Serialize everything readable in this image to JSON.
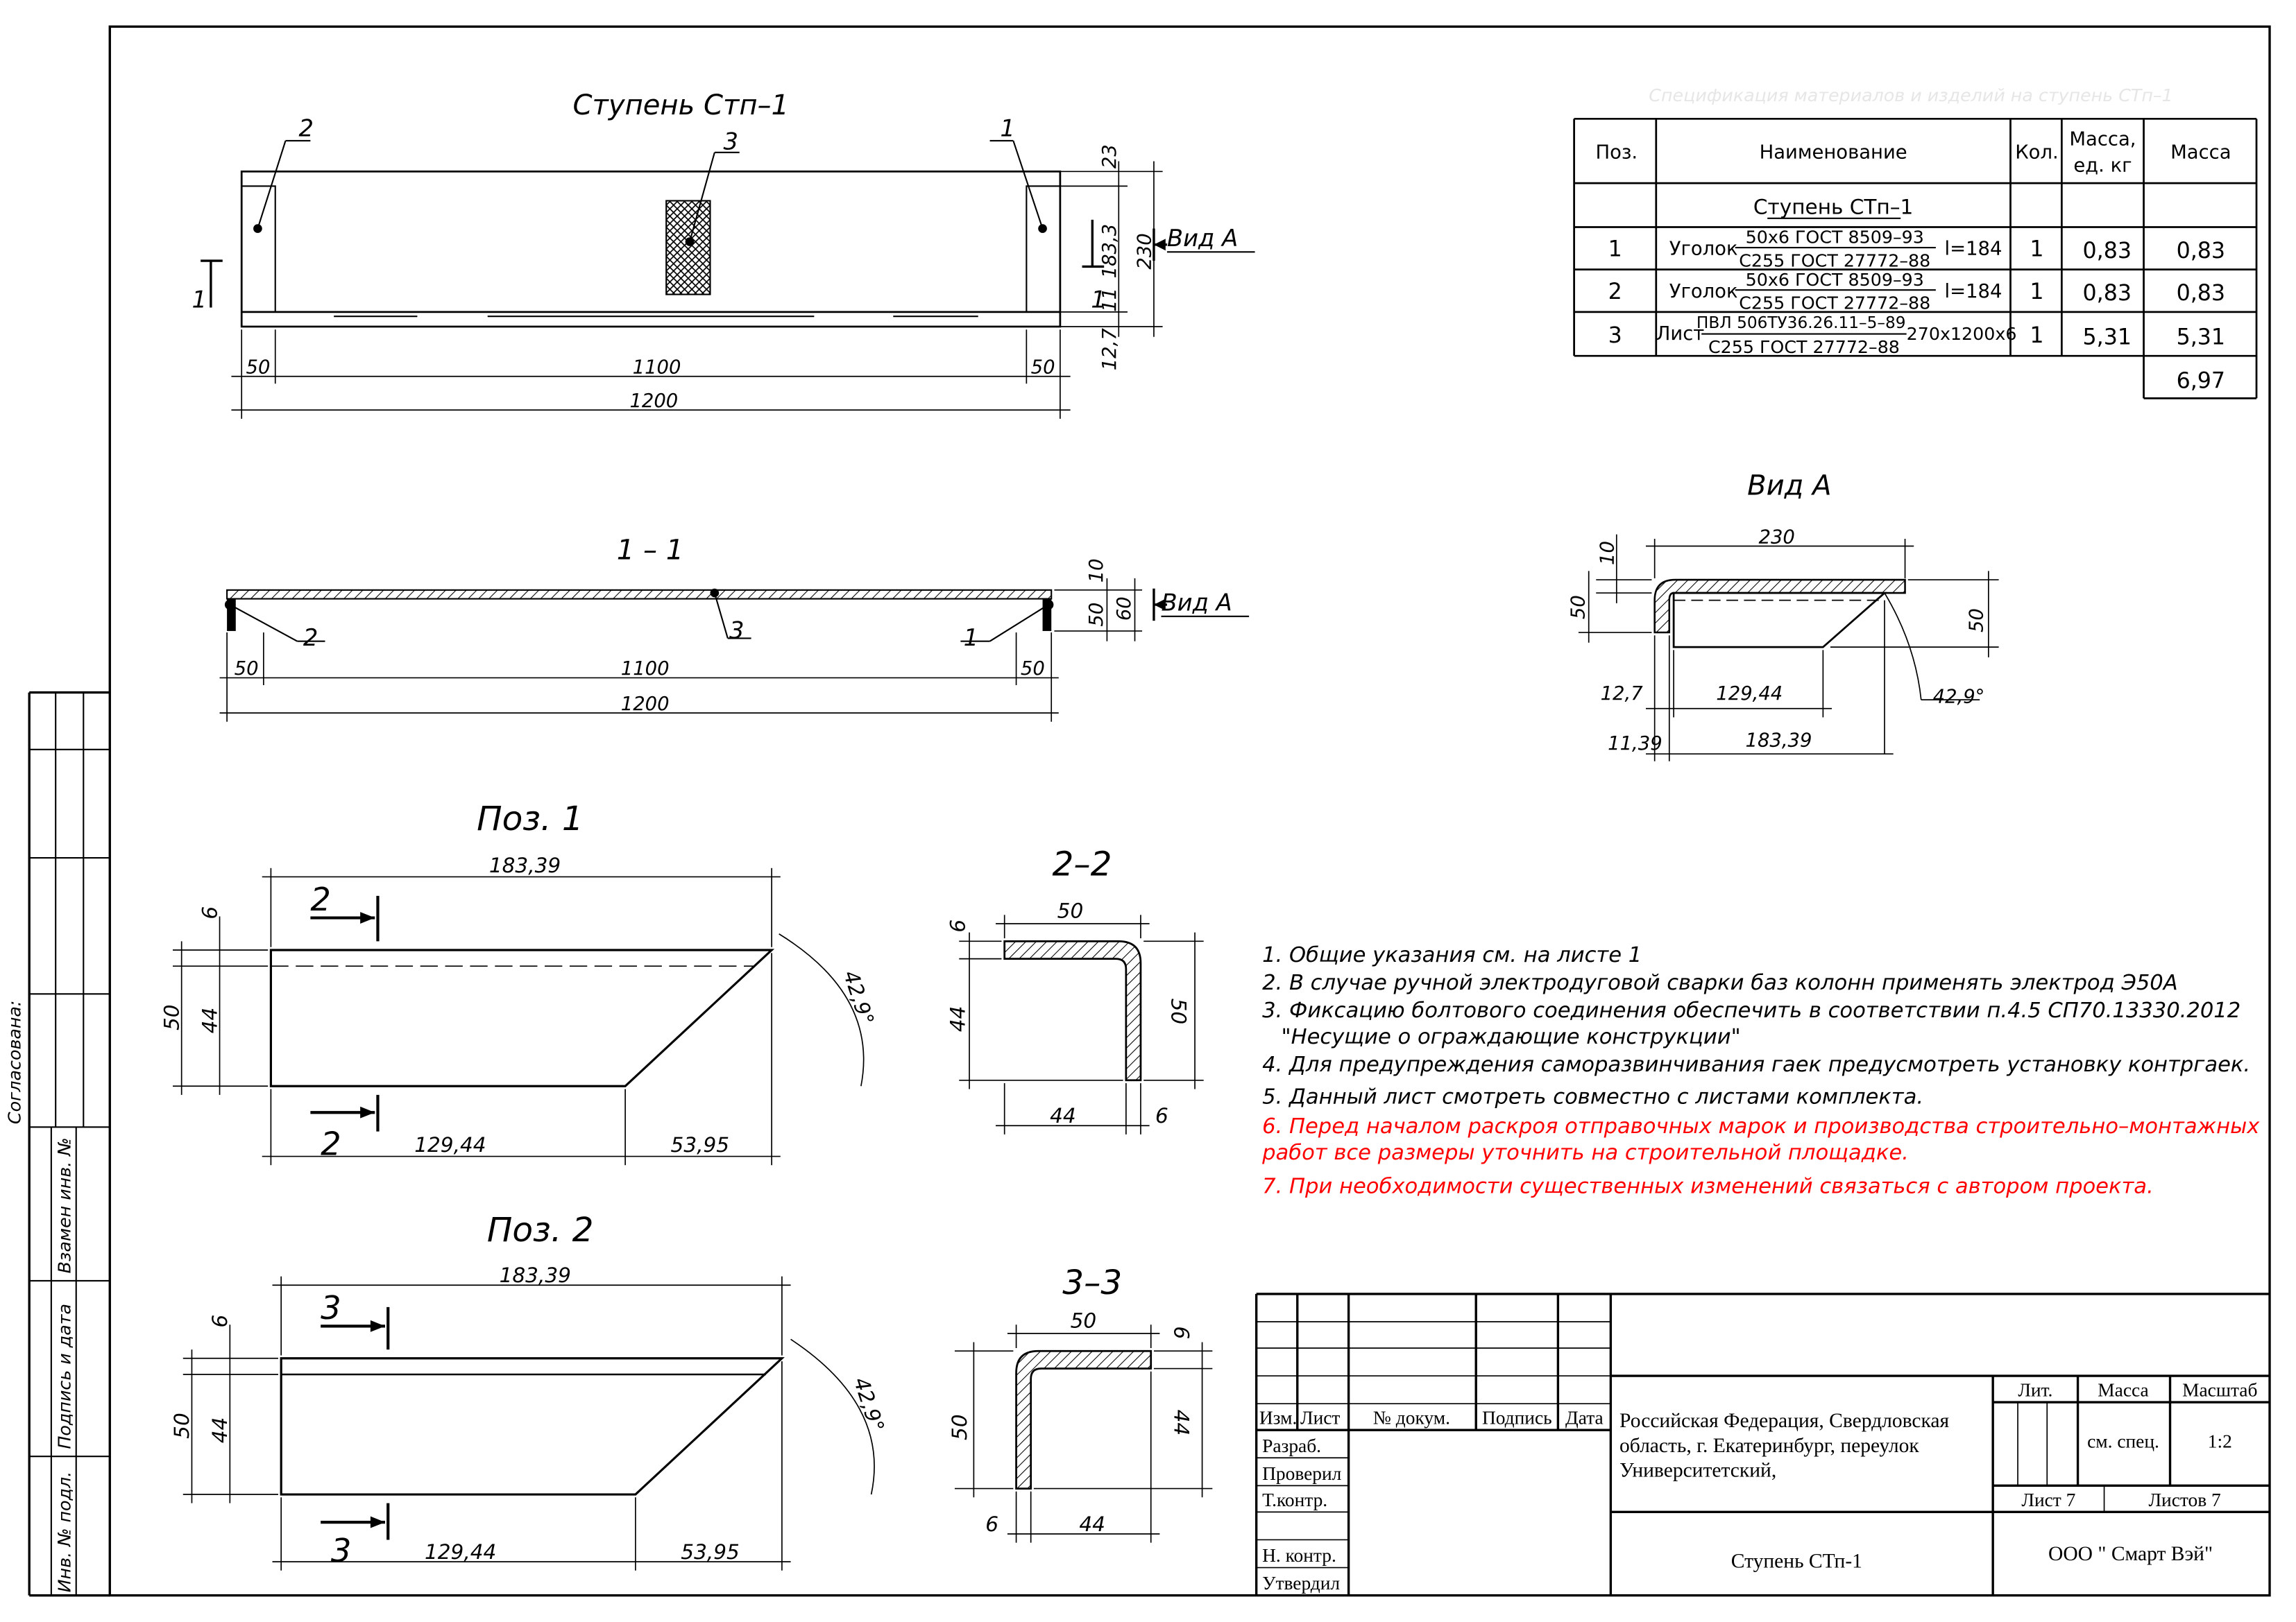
{
  "titles": {
    "step_view": "Ступень Стп–1",
    "section_1": "1 – 1",
    "view_a": "Вид А",
    "pos1": "Поз. 1",
    "pos2": "Поз. 2",
    "section_2": "2–2",
    "section_3": "3–3"
  },
  "step_view": {
    "callouts": [
      "2",
      "3",
      "1"
    ],
    "cut_label": "1",
    "view_arrow": "Вид А",
    "dims": {
      "d50_left": "50",
      "d1100": "1100",
      "d50_right": "50",
      "d1200": "1200",
      "d23": "23",
      "d183_3": "183,3",
      "d230": "230",
      "d11": "11",
      "d12_7": "12,7"
    }
  },
  "section_1": {
    "callouts": [
      "2",
      "3",
      "1"
    ],
    "view_arrow": "Вид А",
    "dims": {
      "d50_left": "50",
      "d1100": "1100",
      "d50_right": "50",
      "d1200": "1200",
      "d10": "10",
      "d50": "50",
      "d60": "60"
    }
  },
  "view_a": {
    "dims": {
      "d230": "230",
      "d10": "10",
      "d50_left": "50",
      "d50_right": "50",
      "d12_7": "12,7",
      "d129_44": "129,44",
      "d11_39": "11,39",
      "d183_39": "183,39",
      "angle": "42,9°"
    }
  },
  "pos1": {
    "dims": {
      "top": "183,39",
      "d6": "6",
      "d50": "50",
      "d44": "44",
      "bottom_left": "129,44",
      "bottom_right": "53,95",
      "angle": "42,9°"
    },
    "cut_label": "2"
  },
  "pos2": {
    "dims": {
      "top": "183,39",
      "d6": "6",
      "d50": "50",
      "d44": "44",
      "bottom_left": "129,44",
      "bottom_right": "53,95",
      "angle": "42,9°"
    },
    "cut_label": "3"
  },
  "section_2": {
    "dims": {
      "top": "50",
      "d6_top": "6",
      "d44_left": "44",
      "d50_right": "50",
      "bottom": "44",
      "d6_bottom": "6"
    }
  },
  "section_3": {
    "dims": {
      "top": "50",
      "d6_right": "6",
      "d50_left": "50",
      "d44_right": "44",
      "d6_bottom": "6",
      "bottom": "44"
    }
  },
  "spec": {
    "title": "Спецификация материалов и изделий на ступень СТп–1",
    "headers": {
      "pos": "Поз.",
      "name": "Наименование",
      "qty": "Кол.",
      "unit_mass_1": "Масса,",
      "unit_mass_2": "ед. кг",
      "mass": "Масса"
    },
    "group": "Ступень СТп–1",
    "rows": [
      {
        "pos": "1",
        "prefix": "Уголок",
        "top": "50х6 ГОСТ 8509–93",
        "bottom": "С255 ГОСТ 27772–88",
        "suffix": "l=184",
        "qty": "1",
        "unit": "0,83",
        "mass": "0,83"
      },
      {
        "pos": "2",
        "prefix": "Уголок",
        "top": "50х6 ГОСТ 8509–93",
        "bottom": "С255 ГОСТ 27772–88",
        "suffix": "l=184",
        "qty": "1",
        "unit": "0,83",
        "mass": "0,83"
      },
      {
        "pos": "3",
        "prefix": "Лист",
        "top": "ПВЛ 506ТУ36.26.11–5–89",
        "bottom": "С255 ГОСТ 27772–88",
        "suffix": "270х1200х6",
        "qty": "1",
        "unit": "5,31",
        "mass": "5,31"
      }
    ],
    "total": "6,97"
  },
  "notes": [
    {
      "text": "1.  Общие указания см.  на  листе 1",
      "color": "#000000"
    },
    {
      "text": "2.  В  случае ручной электродуговой сварки баз колонн применять электрод Э50А",
      "color": "#000000"
    },
    {
      "text": "3.  Фиксацию болтового соединения обеспечить в соответствии п.4.5  СП70.13330.2012",
      "color": "#000000"
    },
    {
      "text": "\"Несущие о ограждающие конструкции\"",
      "color": "#000000"
    },
    {
      "text": "4.  Для предупреждения саморазвинчивания гаек предусмотреть установку контргаек.",
      "color": "#000000"
    },
    {
      "text": "5.  Данный лист смотреть совместно с листами комплекта.",
      "color": "#000000"
    },
    {
      "text": "6.  Перед началом раскроя отправочных марок и производства строительно–монтажных",
      "color": "#ff0000"
    },
    {
      "text": "работ все размеры уточнить на строительной площадке.",
      "color": "#ff0000"
    },
    {
      "text": "7.  При необходимости существенных изменений связаться с автором проекта.",
      "color": "#ff0000"
    }
  ],
  "side_stamp": {
    "agreed": "Согласована:",
    "inv_repl": "Взамен инв. №",
    "sign_date": "Подпись и дата",
    "inv_orig": "Инв. № подл."
  },
  "title_block": {
    "col_headers": {
      "izm": "Изм.",
      "list": "Лист",
      "doc": "№ докум.",
      "sign": "Подпись",
      "date": "Дата"
    },
    "roles": [
      "Разраб.",
      "Проверил",
      "Т.контр.",
      "",
      "Н. контр.",
      "Утвердил"
    ],
    "address": [
      "Российская Федерация, Свердловская",
      "область, г. Екатеринбург, переулок",
      "Университетский,"
    ],
    "drawing_name": "Ступень СТп-1",
    "lit_label": "Лит.",
    "mass_label": "Масса",
    "scale_label": "Масштаб",
    "mass_value": "см. спец.",
    "scale_value": "1:2",
    "sheet": "Лист 7",
    "sheets": "Листов 7",
    "company": "ООО \" Смарт Вэй\""
  }
}
